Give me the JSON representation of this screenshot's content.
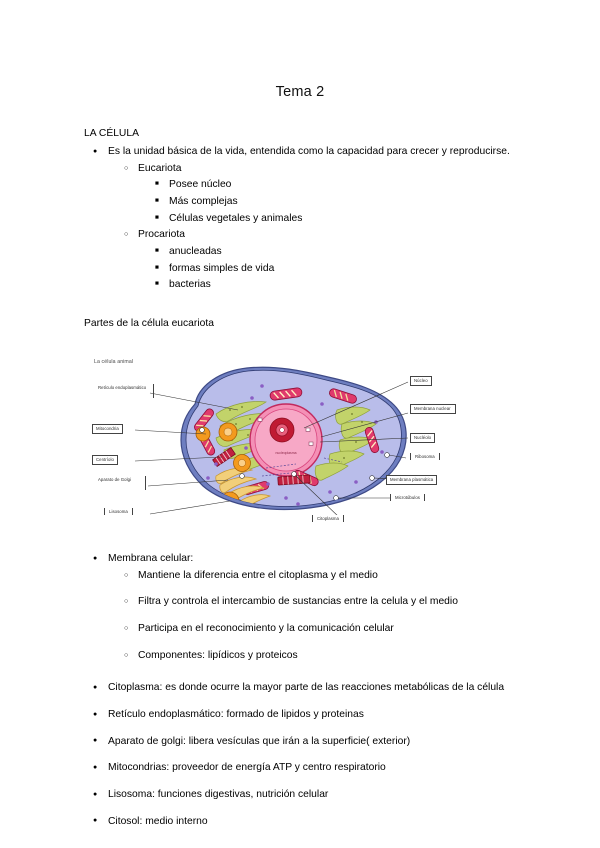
{
  "document": {
    "title": "Tema 2",
    "section_heading": "LA CÉLULA",
    "subheading": "Partes de la célula eucariota"
  },
  "outline": {
    "main_bullet": "Es la unidad básica de la vida, entendida como la capacidad para crecer y reproducirse.",
    "groups": [
      {
        "label": "Eucariota",
        "items": [
          "Posee núcleo",
          "Más complejas",
          "Células vegetales y animales"
        ]
      },
      {
        "label": "Procariota",
        "items": [
          "anucleadas",
          "formas simples de vida",
          "bacterias"
        ]
      }
    ]
  },
  "membrane_section": {
    "heading": "Membrana celular:",
    "items": [
      "Mantiene la diferencia entre el citoplasma y el medio",
      "Filtra y controla el intercambio de sustancias entre la celula y el medio",
      "Participa en el reconocimiento y la comunicación celular",
      "Componentes: lipídicos y proteicos"
    ]
  },
  "organelles": [
    "Citoplasma: es donde ocurre la mayor parte de las reacciones metabólicas de la célula",
    "Retículo endoplasmático: formado de lipidos y proteinas",
    "Aparato de golgi: libera vesículas que irán a la superficie( exterior)",
    "Mitocondrias: proveedor de energía ATP y centro respiratorio",
    "Lisosoma: funciones digestivas, nutrición celular",
    "Citosol: medio interno"
  ],
  "diagram": {
    "title": "La célula animal",
    "labels": {
      "reticulo": "Retículo\nendoplasmático",
      "mitocondria": "Mitocondria",
      "centriolo": "Centríolo",
      "golgi": "Aparato de\nGolgi",
      "lisosoma": "Lisosoma",
      "nucleo": "Núcleo",
      "membrana_nuclear": "Membrana\nnuclear",
      "nucleolo": "Nucléolo",
      "ribosoma": "Ribosoma",
      "membrana_plasmatica": "Membrana plasmática",
      "microtubulos": "Microtúbulos",
      "citoplasma": "Citoplasma",
      "nucleoplasma": "nucleoplasma"
    },
    "colors": {
      "cytoplasm": "#b9bdea",
      "membrane_outer": "#6e7ec0",
      "membrane_inner": "#8a96cf",
      "nucleus": "#f490b6",
      "nucleus_inner": "#f7a8c6",
      "nucleolus": "#c01a33",
      "er_green": "#c2d36a",
      "golgi_yellow": "#f2cf7a",
      "lysosome_orange": "#f39a1f",
      "mitochondria_pink": "#e03a6d",
      "vesicle_purple": "#8a5ec4"
    }
  }
}
